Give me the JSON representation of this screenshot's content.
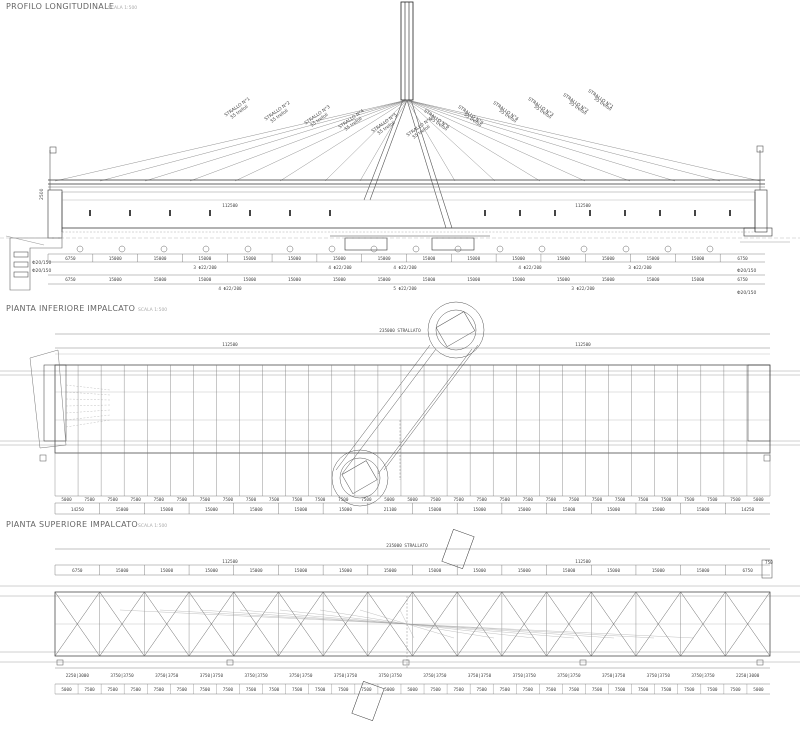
{
  "views": [
    {
      "title": "PROFILO LONGITUDINALE",
      "scale": "SCALA 1:500"
    },
    {
      "title": "PIANTA INFERIORE IMPALCATO",
      "scale": "SCALA 1:500"
    },
    {
      "title": "PIANTA SUPERIORE IMPALCATO",
      "scale": "SCALA 1:500"
    }
  ],
  "stays": [
    {
      "name": "STRALLO N°1",
      "spec": "55 trefoli"
    },
    {
      "name": "STRALLO N°2",
      "spec": "55 trefoli"
    },
    {
      "name": "STRALLO N°3",
      "spec": "55 trefoli"
    },
    {
      "name": "STRALLO N°4",
      "spec": "55 trefoli"
    },
    {
      "name": "STRALLO N°5",
      "spec": "55 trefoli"
    },
    {
      "name": "STRALLO N°6",
      "spec": "55 trefoli"
    },
    {
      "name": "STRALLO N°6",
      "spec": "55 trefoli"
    },
    {
      "name": "STRALLO N°5",
      "spec": "55 trefoli"
    },
    {
      "name": "STRALLO N°4",
      "spec": "55 trefoli"
    },
    {
      "name": "STRALLO N°3",
      "spec": "55 trefoli"
    },
    {
      "name": "STRALLO N°2",
      "spec": "55 trefoli"
    },
    {
      "name": "STRALLO N°1",
      "spec": "55 trefoli"
    }
  ],
  "profile": {
    "half_spans": [
      "112500",
      "112500"
    ],
    "segments": [
      "6750",
      "15000",
      "15000",
      "15000",
      "15000",
      "15000",
      "15000",
      "15000",
      "15000",
      "15000",
      "15000",
      "15000",
      "15000",
      "15000",
      "15000",
      "6750"
    ],
    "groups_row1": [
      "3 Φ22/200",
      "4 Φ22/200",
      "4 Φ22/200",
      "4 Φ22/200",
      "3 Φ22/200"
    ],
    "groups_row2": [
      "4 Φ22/200",
      "5 Φ22/200",
      "3 Φ22/200"
    ],
    "side_labels": [
      "Φ20/150",
      "Φ20/150",
      "Φ20/150",
      "Φ20/150"
    ],
    "pier_label": "2500"
  },
  "lower_plan": {
    "total": "235000 STRALLATO",
    "half_spans": [
      "112500",
      "112500"
    ],
    "bays": [
      "5000",
      "7500",
      "7500",
      "7500",
      "7500",
      "7500",
      "7500",
      "7500",
      "7500",
      "7500",
      "7500",
      "7500",
      "7500",
      "7500",
      "5000",
      "5000",
      "7500",
      "7500",
      "7500",
      "7500",
      "7500",
      "7500",
      "7500",
      "7500",
      "7500",
      "7500",
      "7500",
      "7500",
      "7500",
      "7500",
      "5000"
    ],
    "groups": [
      "14250",
      "15000",
      "15000",
      "15000",
      "15000",
      "15000",
      "15000",
      "21100",
      "15000",
      "15000",
      "15000",
      "15000",
      "15000",
      "15000",
      "15000",
      "14250"
    ]
  },
  "upper_plan": {
    "total": "235000 STRALLATO",
    "half_spans": [
      "112500",
      "112500"
    ],
    "segments": [
      "6750",
      "15000",
      "15000",
      "15000",
      "15000",
      "15000",
      "15000",
      "15000",
      "15000",
      "15000",
      "15000",
      "15000",
      "15000",
      "15000",
      "15000",
      "6750"
    ],
    "pairs": [
      "2250|3000",
      "3750|3750",
      "3750|3750",
      "3750|3750",
      "3750|3750",
      "3750|3750",
      "3750|3750",
      "3750|3750",
      "3750|3750",
      "3750|3750",
      "3750|3750",
      "3750|3750",
      "3750|3750",
      "3750|3750",
      "3750|3750",
      "2250|3000"
    ],
    "bays": [
      "5000",
      "7500",
      "7500",
      "7500",
      "7500",
      "7500",
      "7500",
      "7500",
      "7500",
      "7500",
      "7500",
      "7500",
      "7500",
      "7500",
      "5000",
      "5000",
      "7500",
      "7500",
      "7500",
      "7500",
      "7500",
      "7500",
      "7500",
      "7500",
      "7500",
      "7500",
      "7500",
      "7500",
      "7500",
      "7500",
      "5000"
    ],
    "side_label": "750"
  },
  "colors": {
    "line": "#555555",
    "light": "#999999",
    "dark": "#222222",
    "title": "#666666"
  }
}
